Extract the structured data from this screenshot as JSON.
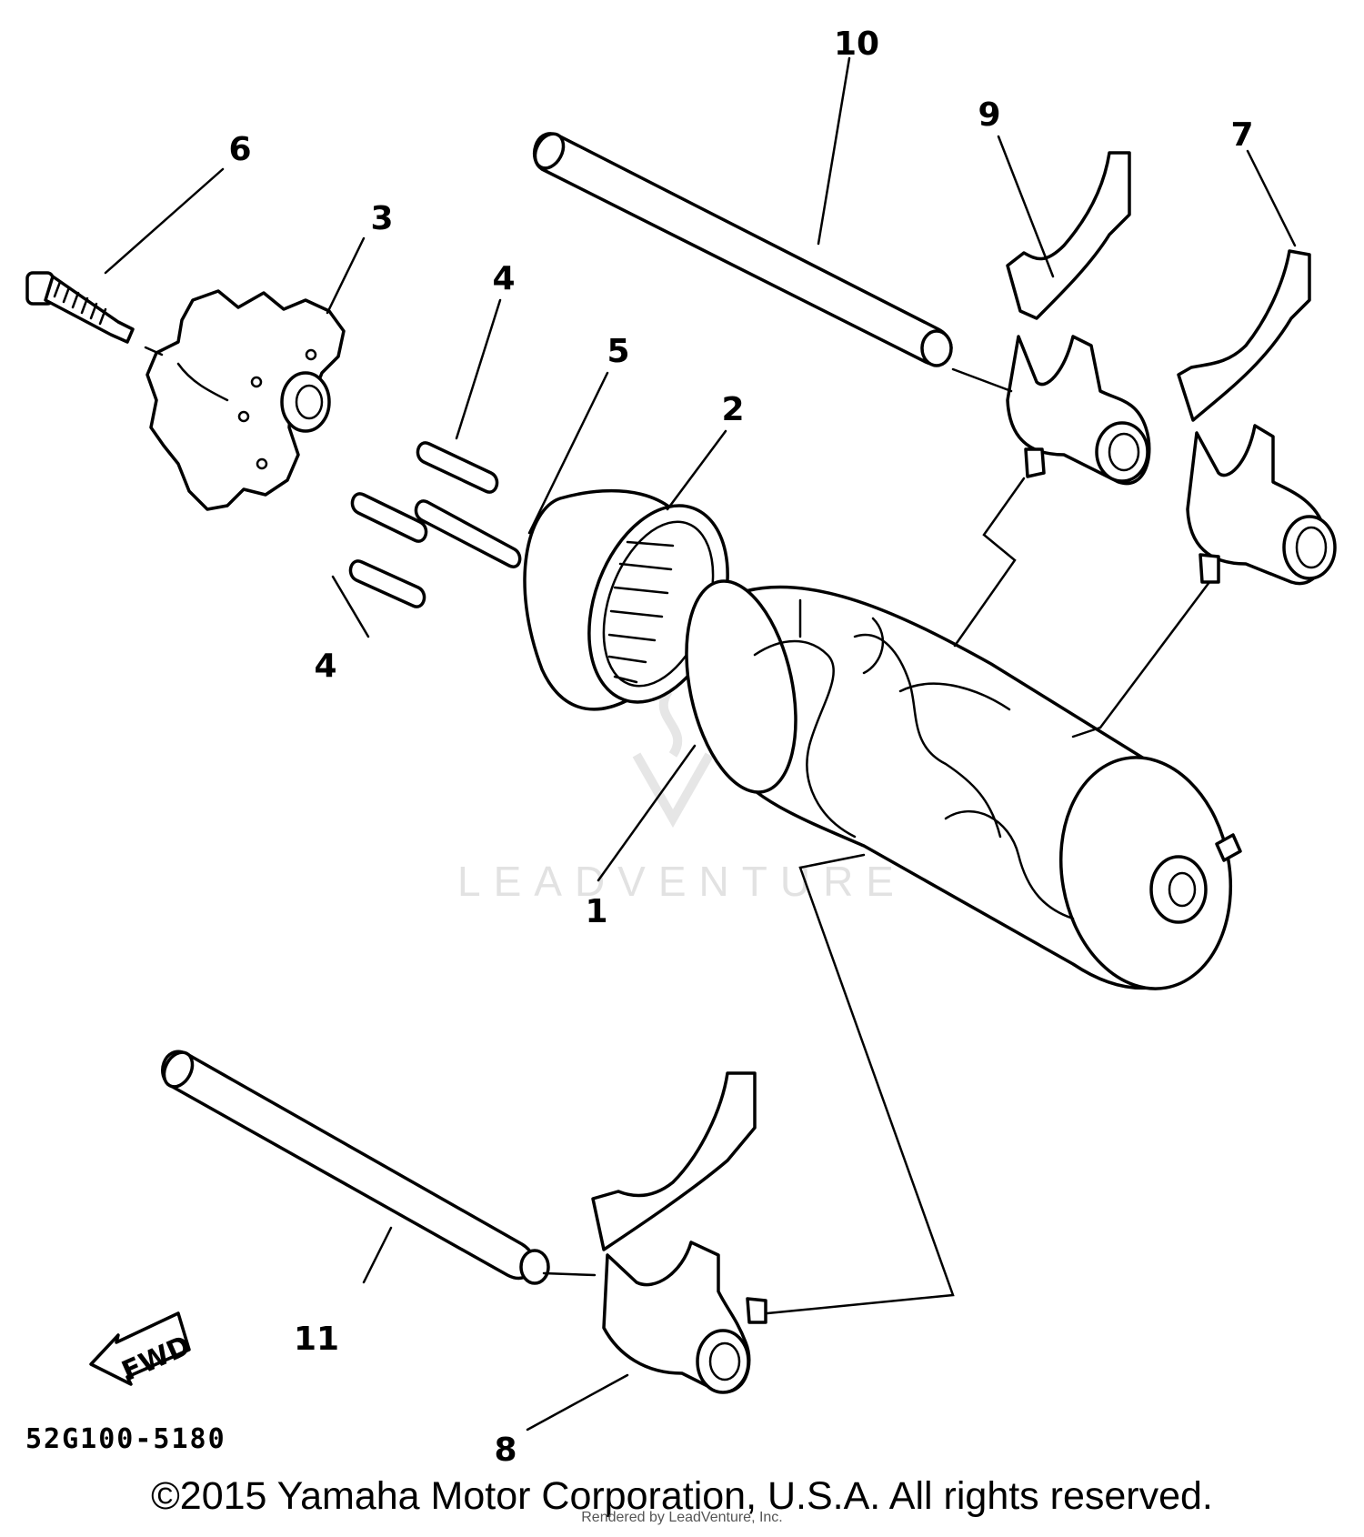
{
  "callouts": {
    "c1": "1",
    "c2": "2",
    "c3": "3",
    "c4a": "4",
    "c4b": "4",
    "c5": "5",
    "c6": "6",
    "c7": "7",
    "c8": "8",
    "c9": "9",
    "c10": "10",
    "c11": "11"
  },
  "diagram_code": "52G100-5180",
  "fwd_label": "FWD",
  "watermark": "LEADVENTURE",
  "copyright": "©2015 Yamaha Motor Corporation, U.S.A. All rights reserved.",
  "rendered_by": "Rendered by LeadVenture, Inc."
}
